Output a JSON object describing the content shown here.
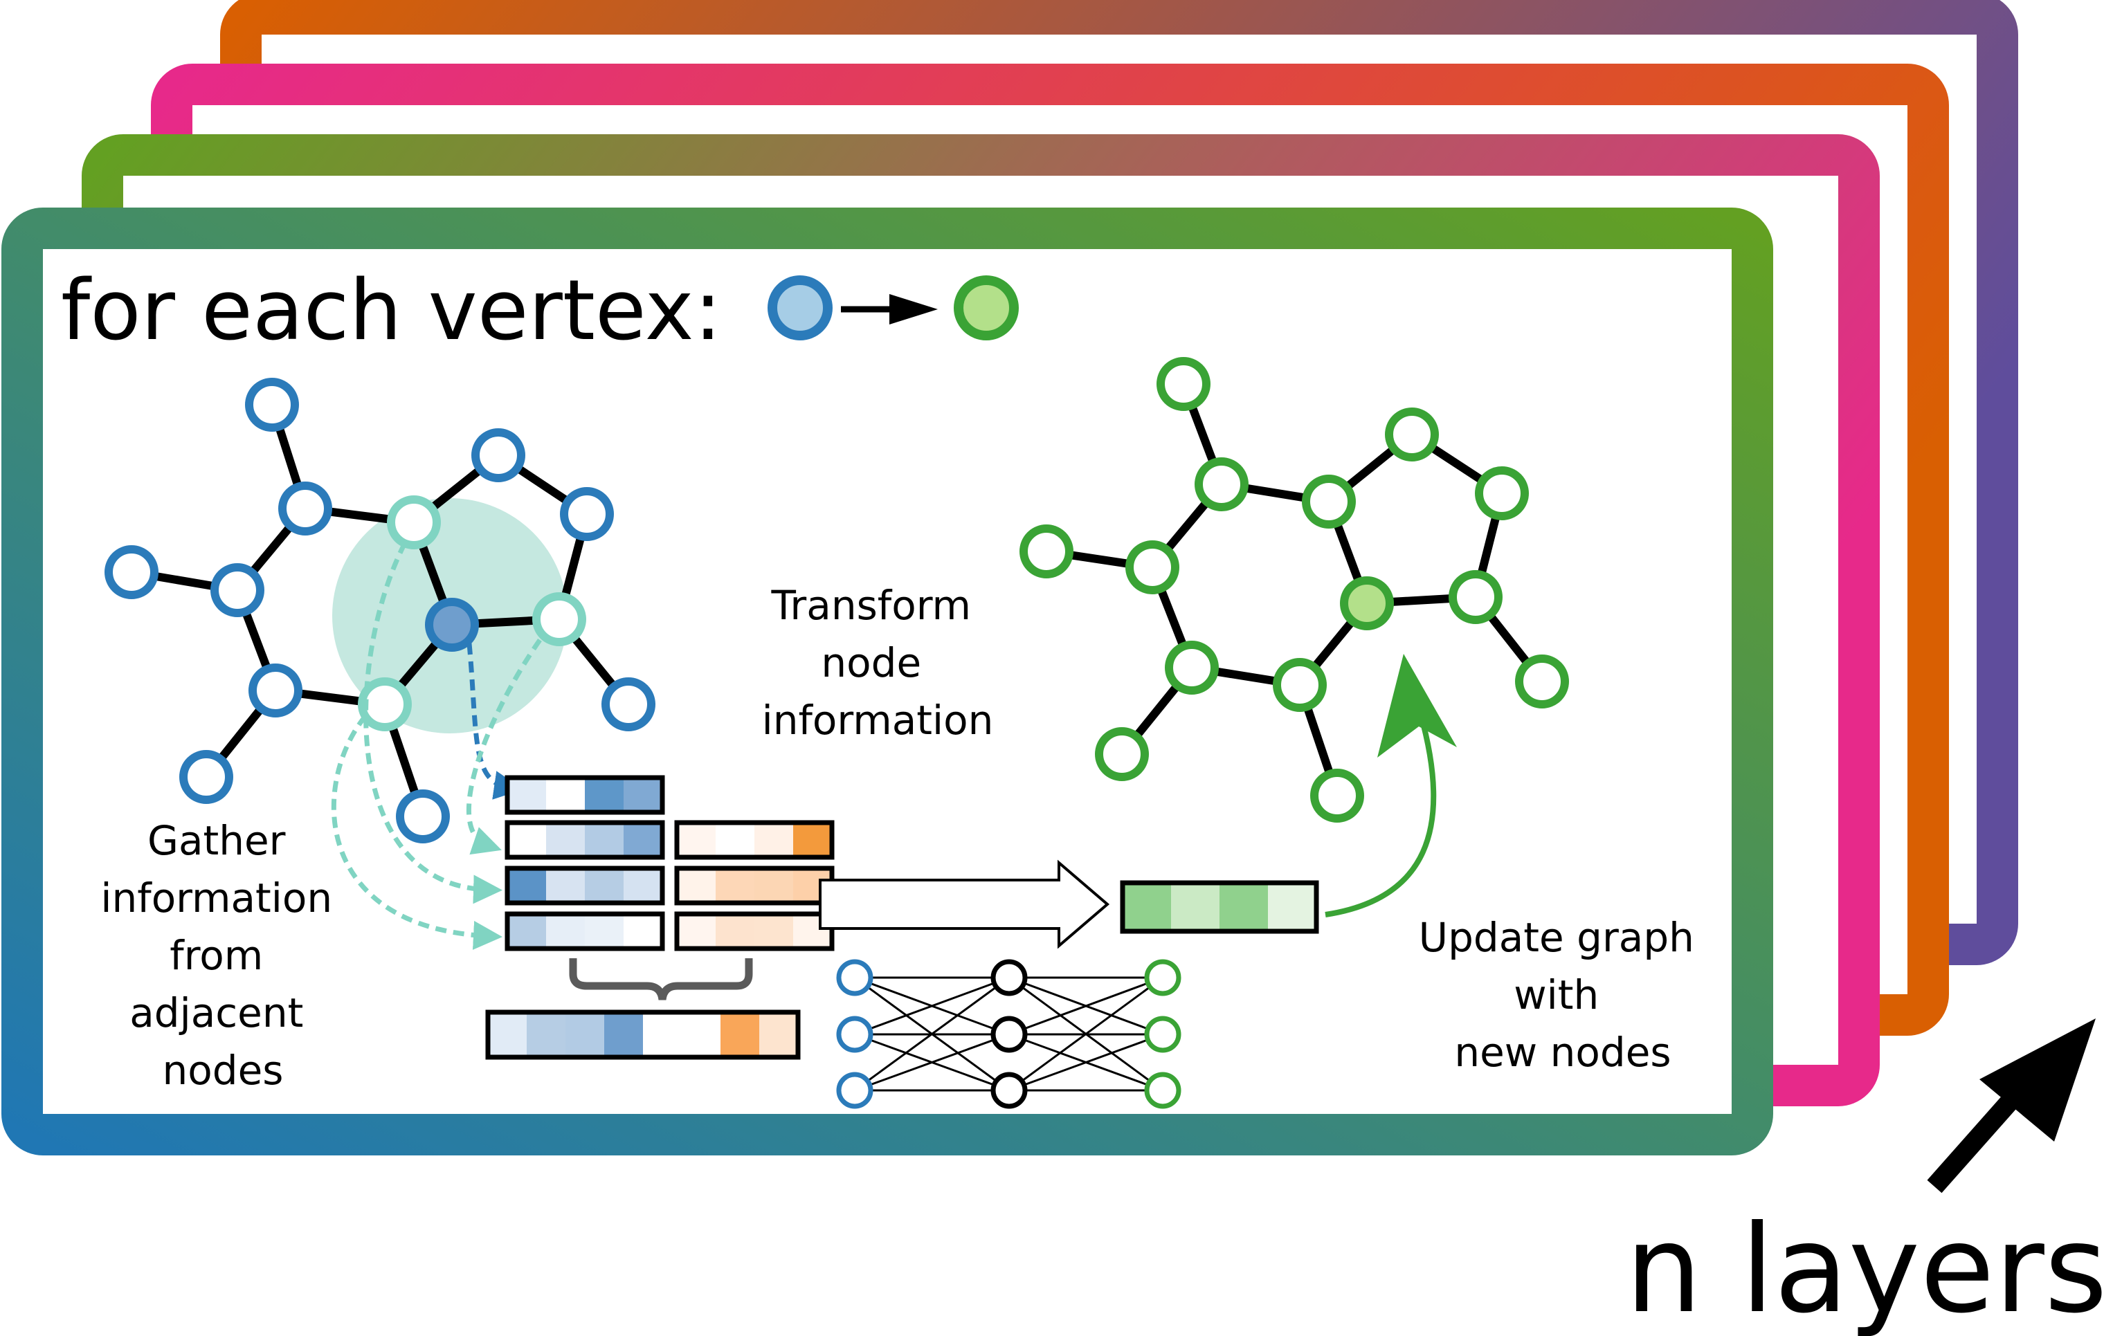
{
  "heading": "for each vertex:",
  "labels": {
    "gather": [
      "Gather",
      "information",
      "from",
      "adjacent",
      "nodes"
    ],
    "transform": [
      "Transform",
      "node",
      "information"
    ],
    "update": [
      "Update graph",
      "with",
      "new nodes"
    ],
    "layers": "n layers"
  },
  "colors": {
    "blue": "#2b7bba",
    "blue_fill": "#a6cde6",
    "green": "#3aa335",
    "green_fill": "#b3e08a",
    "teal": "#80d4c2",
    "teal_fill": "#c5e8e0",
    "orange": "#f39a3c",
    "frame_1": [
      "#2077b4",
      "#63a022"
    ],
    "frame_2": [
      "#63a022",
      "#e7298a"
    ],
    "frame_3": [
      "#e7298a",
      "#d95f02"
    ],
    "frame_4": [
      "#d95f02",
      "#5f4d9c"
    ]
  },
  "icons": [
    "blue-vertex-icon",
    "transform-arrow-icon",
    "green-vertex-icon",
    "n-layers-arrow-icon"
  ],
  "feature_vectors": {
    "target": [
      "#e1ebf6",
      "#ffffff",
      "#5e97c9",
      "#80a9d3"
    ],
    "neighbors": [
      {
        "blue": [
          "#ffffff",
          "#d7e3f1",
          "#b2cbe4",
          "#80a9d3"
        ],
        "orange": [
          "#fff5ef",
          "#ffffff",
          "#fff1e7",
          "#f39a3c"
        ]
      },
      {
        "blue": [
          "#5b93c7",
          "#d7e3f1",
          "#b6cde4",
          "#d5e2f1"
        ],
        "orange": [
          "#fff3ea",
          "#fdd7b7",
          "#fcd6b4",
          "#fdd0a9"
        ]
      },
      {
        "blue": [
          "#b6cde4",
          "#e6eef7",
          "#eaf1f8",
          "#ffffff"
        ],
        "orange": [
          "#fff5ef",
          "#fde3ce",
          "#fde4cf",
          "#fff4ec"
        ]
      }
    ],
    "aggregated": [
      "#e1ebf6",
      "#b6cde4",
      "#b2cbe4",
      "#6f9ecd",
      "#ffffff",
      "#ffffff",
      "#f9a659",
      "#fde4cf"
    ],
    "updated": [
      "#90d18d",
      "#cbeac5",
      "#90d18d",
      "#e4f3e1"
    ]
  }
}
